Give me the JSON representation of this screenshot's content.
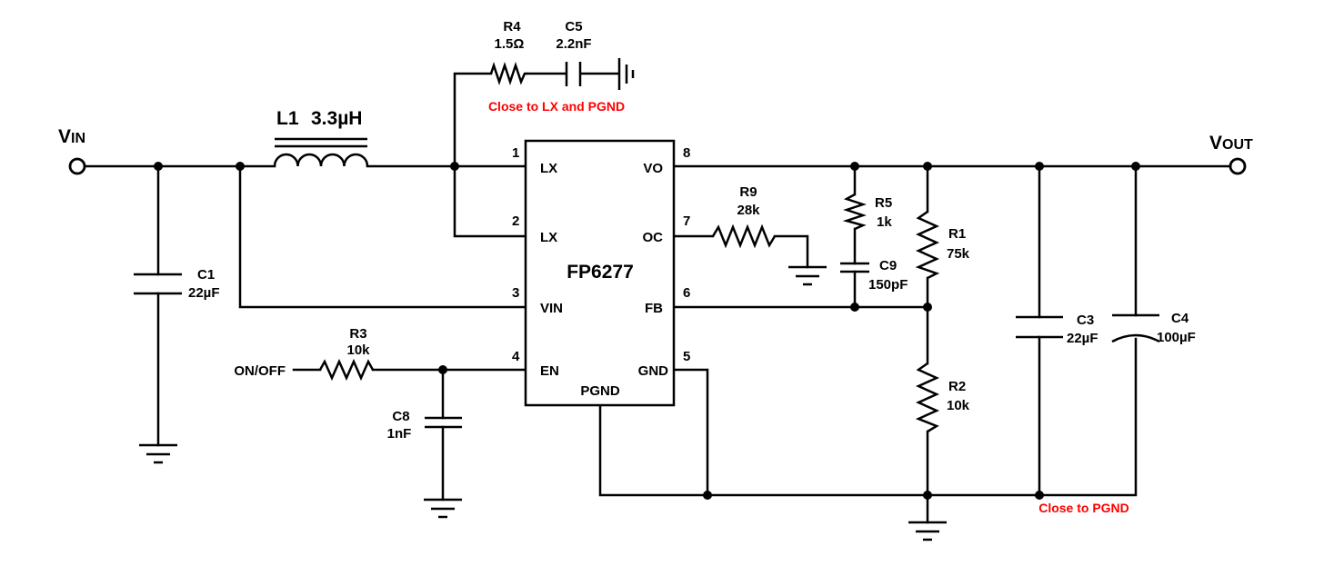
{
  "terminals": {
    "vin": {
      "main": "V",
      "sub": "IN"
    },
    "vout": {
      "main": "V",
      "sub": "OUT"
    }
  },
  "ic": {
    "name": "FP6277",
    "pins": [
      {
        "num": "1",
        "name": "LX"
      },
      {
        "num": "2",
        "name": "LX"
      },
      {
        "num": "3",
        "name": "VIN"
      },
      {
        "num": "4",
        "name": "EN"
      },
      {
        "num": "5",
        "name": "GND"
      },
      {
        "num": "6",
        "name": "FB"
      },
      {
        "num": "7",
        "name": "OC"
      },
      {
        "num": "8",
        "name": "VO"
      }
    ],
    "pgnd": "PGND"
  },
  "components": {
    "l1": {
      "ref": "L1",
      "value": "3.3µH"
    },
    "r4": {
      "ref": "R4",
      "value": "1.5Ω"
    },
    "c5": {
      "ref": "C5",
      "value": "2.2nF"
    },
    "c1": {
      "ref": "C1",
      "value": "22µF"
    },
    "r3": {
      "ref": "R3",
      "value": "10k"
    },
    "c8": {
      "ref": "C8",
      "value": "1nF"
    },
    "r9": {
      "ref": "R9",
      "value": "28k"
    },
    "r5": {
      "ref": "R5",
      "value": "1k"
    },
    "c9": {
      "ref": "C9",
      "value": "150pF"
    },
    "r1": {
      "ref": "R1",
      "value": "75k"
    },
    "r2": {
      "ref": "R2",
      "value": "10k"
    },
    "c3": {
      "ref": "C3",
      "value": "22µF"
    },
    "c4": {
      "ref": "C4",
      "value": "100µF"
    }
  },
  "signals": {
    "enable": "ON/OFF"
  },
  "notes": {
    "snubber": "Close to LX and PGND",
    "output": "Close to PGND"
  },
  "colors": {
    "line": "#000000",
    "note": "#ff0000"
  }
}
